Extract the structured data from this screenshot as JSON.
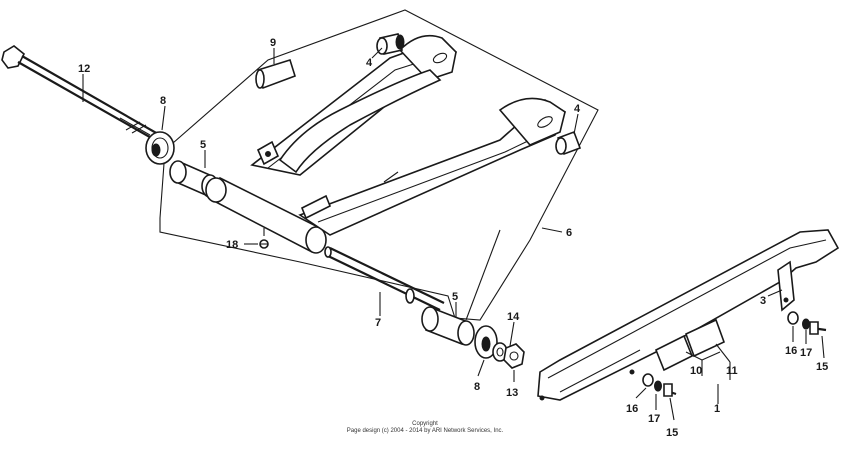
{
  "callouts": {
    "c1": "1",
    "c3": "3",
    "c4a": "4",
    "c4b": "4",
    "c5a": "5",
    "c5b": "5",
    "c6": "6",
    "c7": "7",
    "c8a": "8",
    "c8b": "8",
    "c9": "9",
    "c10": "10",
    "c11": "11",
    "c12": "12",
    "c13": "13",
    "c14": "14",
    "c15a": "15",
    "c15b": "15",
    "c16a": "16",
    "c16b": "16",
    "c17a": "17",
    "c17b": "17",
    "c18": "18"
  },
  "copyright": {
    "line1": "Copyright",
    "line2": "Page design (c) 2004 - 2014 by ARI Network Services, Inc."
  }
}
